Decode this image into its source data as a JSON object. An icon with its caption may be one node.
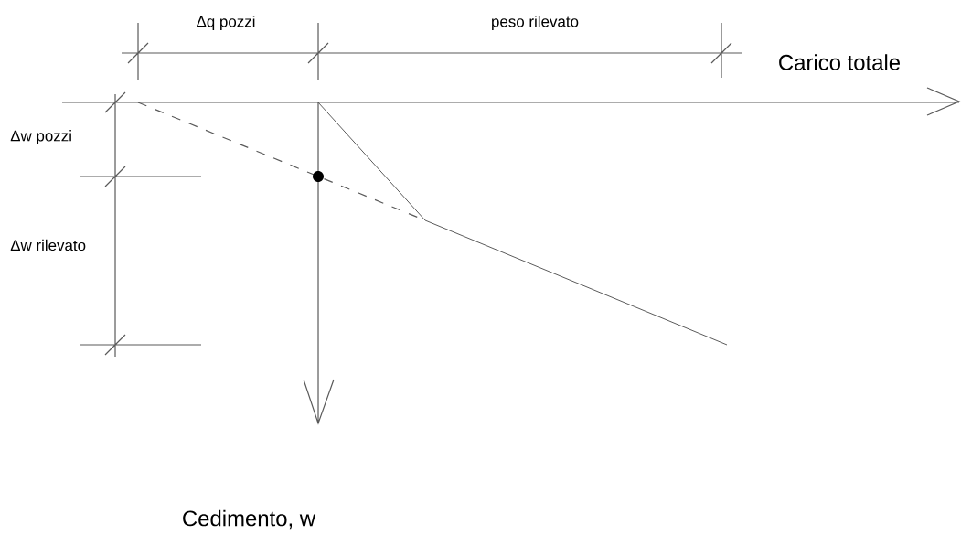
{
  "diagram": {
    "labels": [
      "Δq pozzi",
      "peso rilevato",
      "Carico totale",
      "Δw pozzi",
      "Δw rilevato",
      "Cedimento, w"
    ]
  }
}
